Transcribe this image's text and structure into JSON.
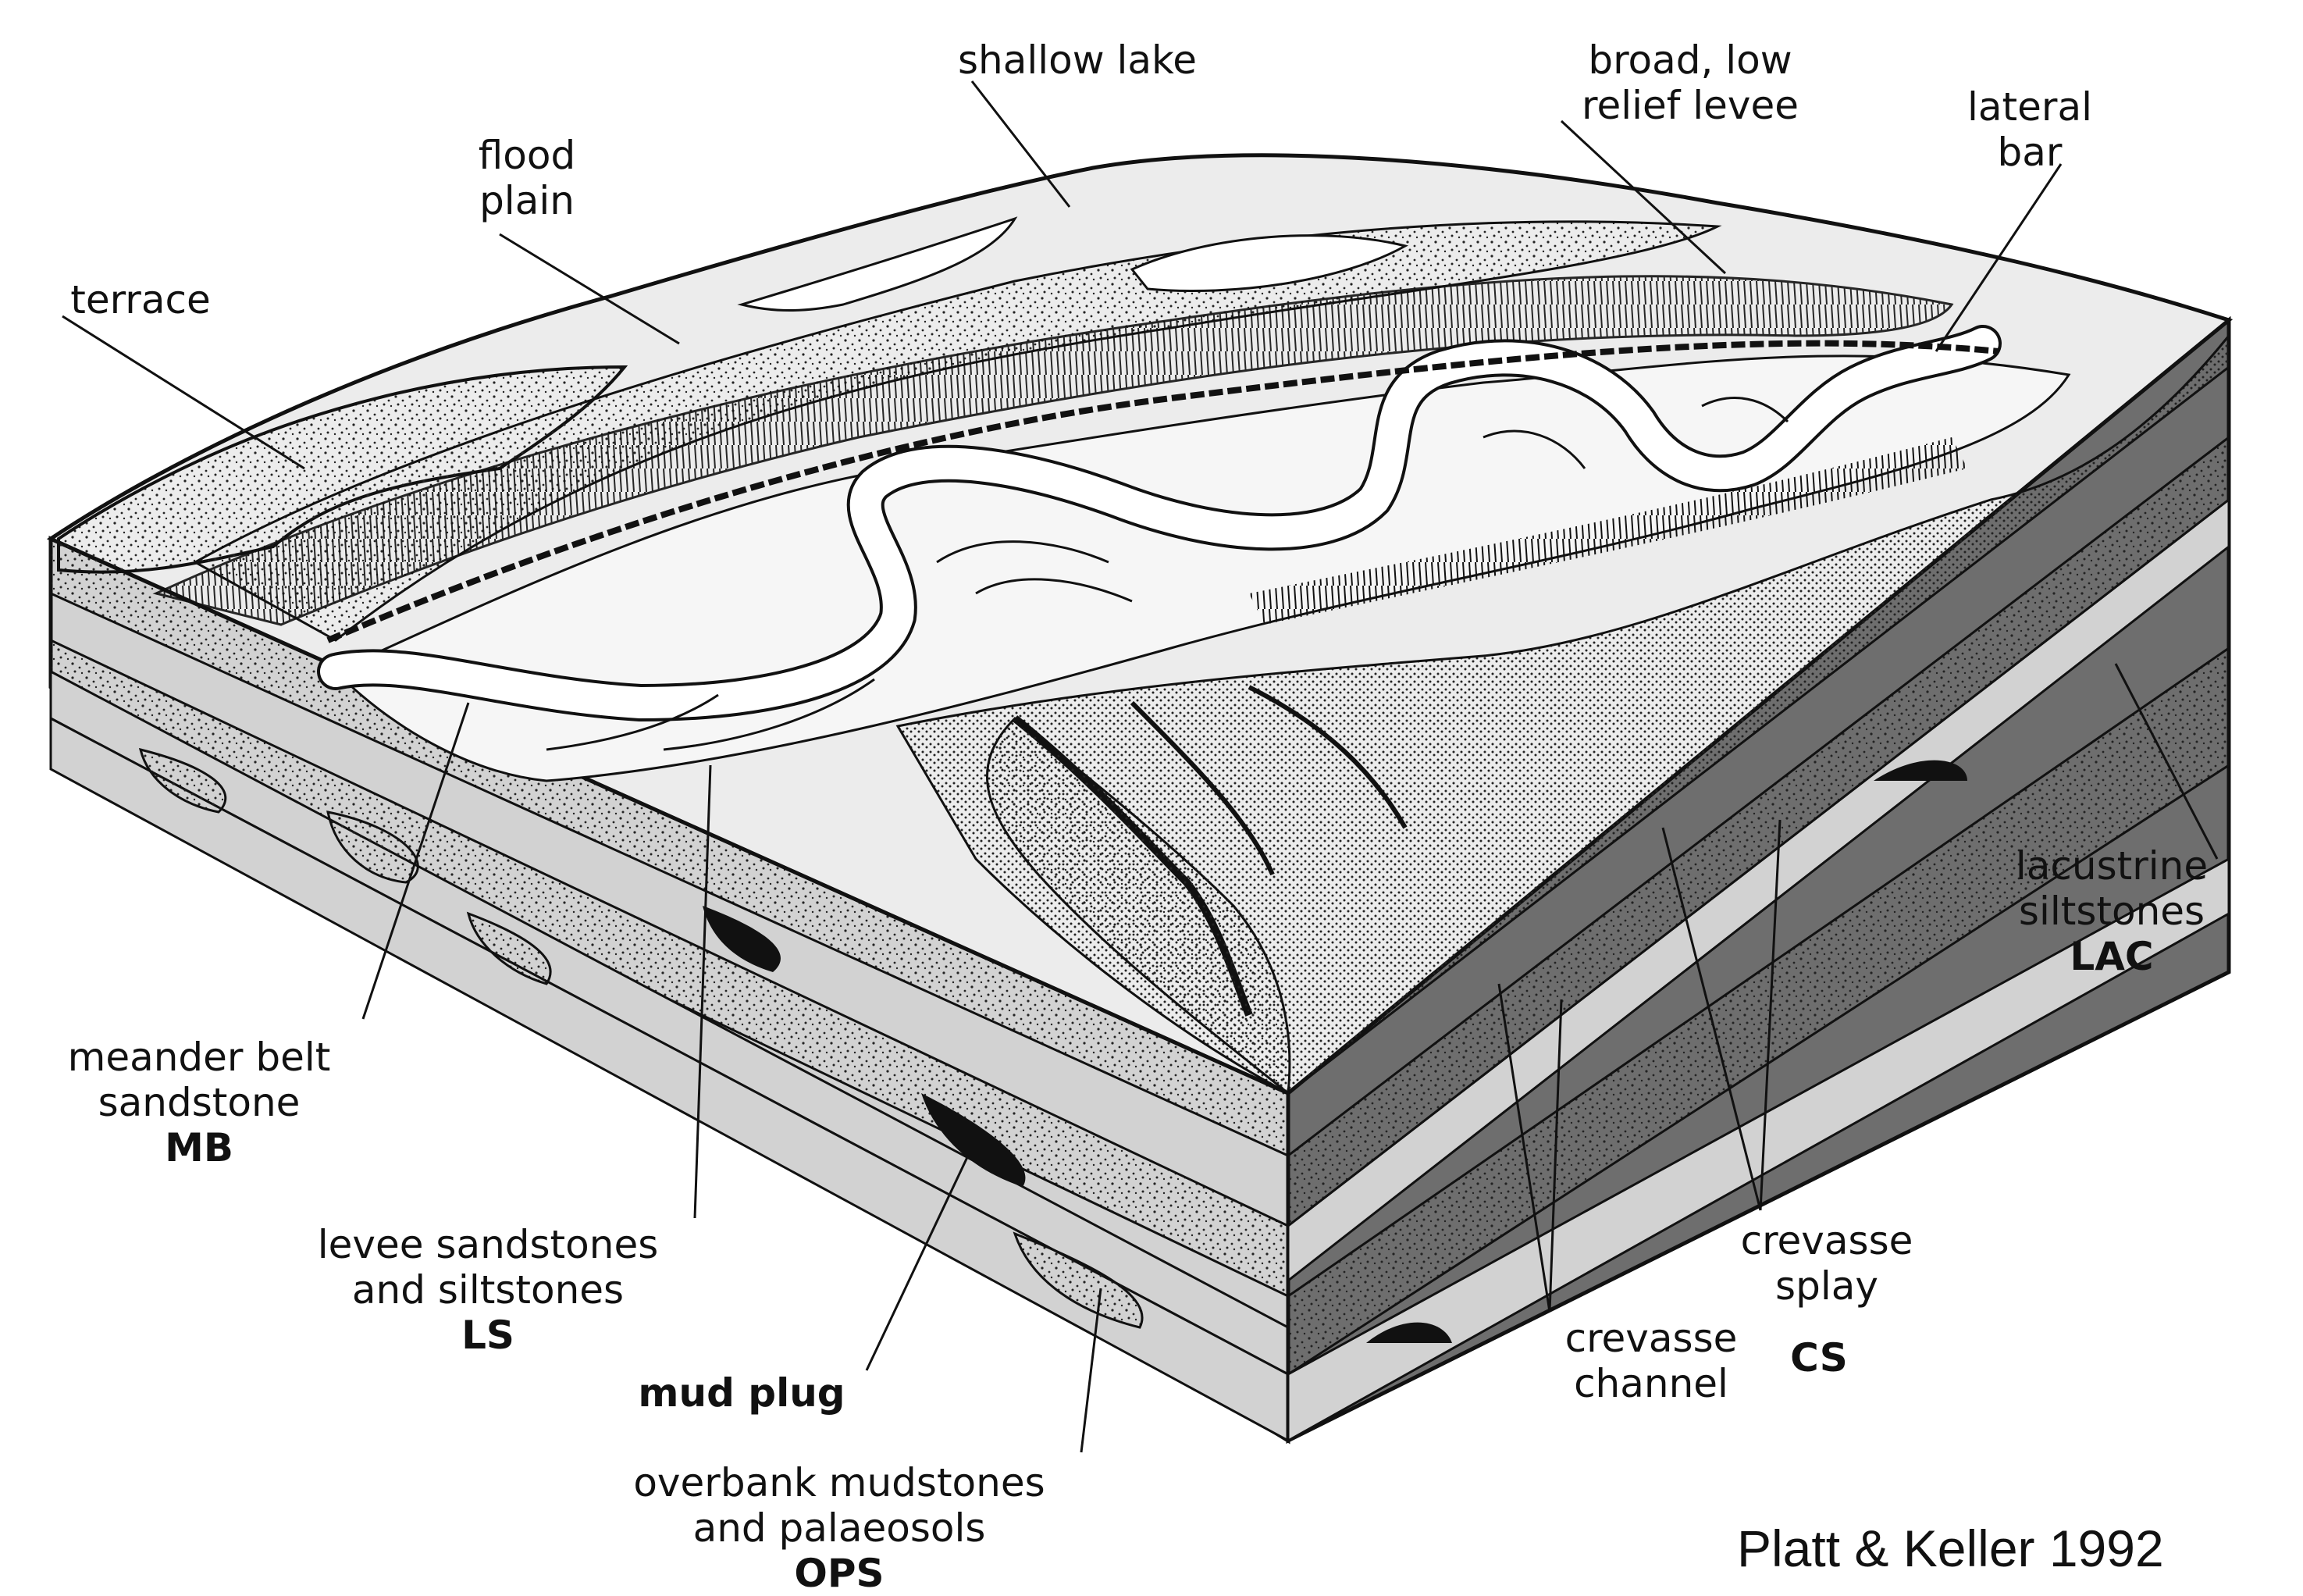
{
  "labels": {
    "shallow_lake": "shallow lake",
    "broad_levee_l1": "broad, low",
    "broad_levee_l2": "relief levee",
    "lateral_bar_l1": "lateral",
    "lateral_bar_l2": "bar",
    "flood_plain_l1": "flood",
    "flood_plain_l2": "plain",
    "terrace": "terrace",
    "lacustrine_l1": "lacustrine",
    "lacustrine_l2": "siltstones",
    "lacustrine_abbr": "LAC",
    "meander_l1": "meander belt",
    "meander_l2": "sandstone",
    "meander_abbr": "MB",
    "levee_l1": "levee sandstones",
    "levee_l2": "and siltstones",
    "levee_abbr": "LS",
    "mud_plug": "mud plug",
    "crevasse_splay_l1": "crevasse",
    "crevasse_splay_l2": "splay",
    "crevasse_channel_l1": "crevasse",
    "crevasse_channel_l2": "channel",
    "cs_abbr": "CS",
    "overbank_l1": "overbank mudstones",
    "overbank_l2": "and palaeosols",
    "overbank_abbr": "OPS"
  },
  "credit": "Platt & Keller 1992",
  "colors": {
    "ink": "#111111",
    "sand": "#ffffff",
    "silt": "#d2d2d2",
    "mud": "#6e6e6e",
    "surface": "#ececec"
  }
}
